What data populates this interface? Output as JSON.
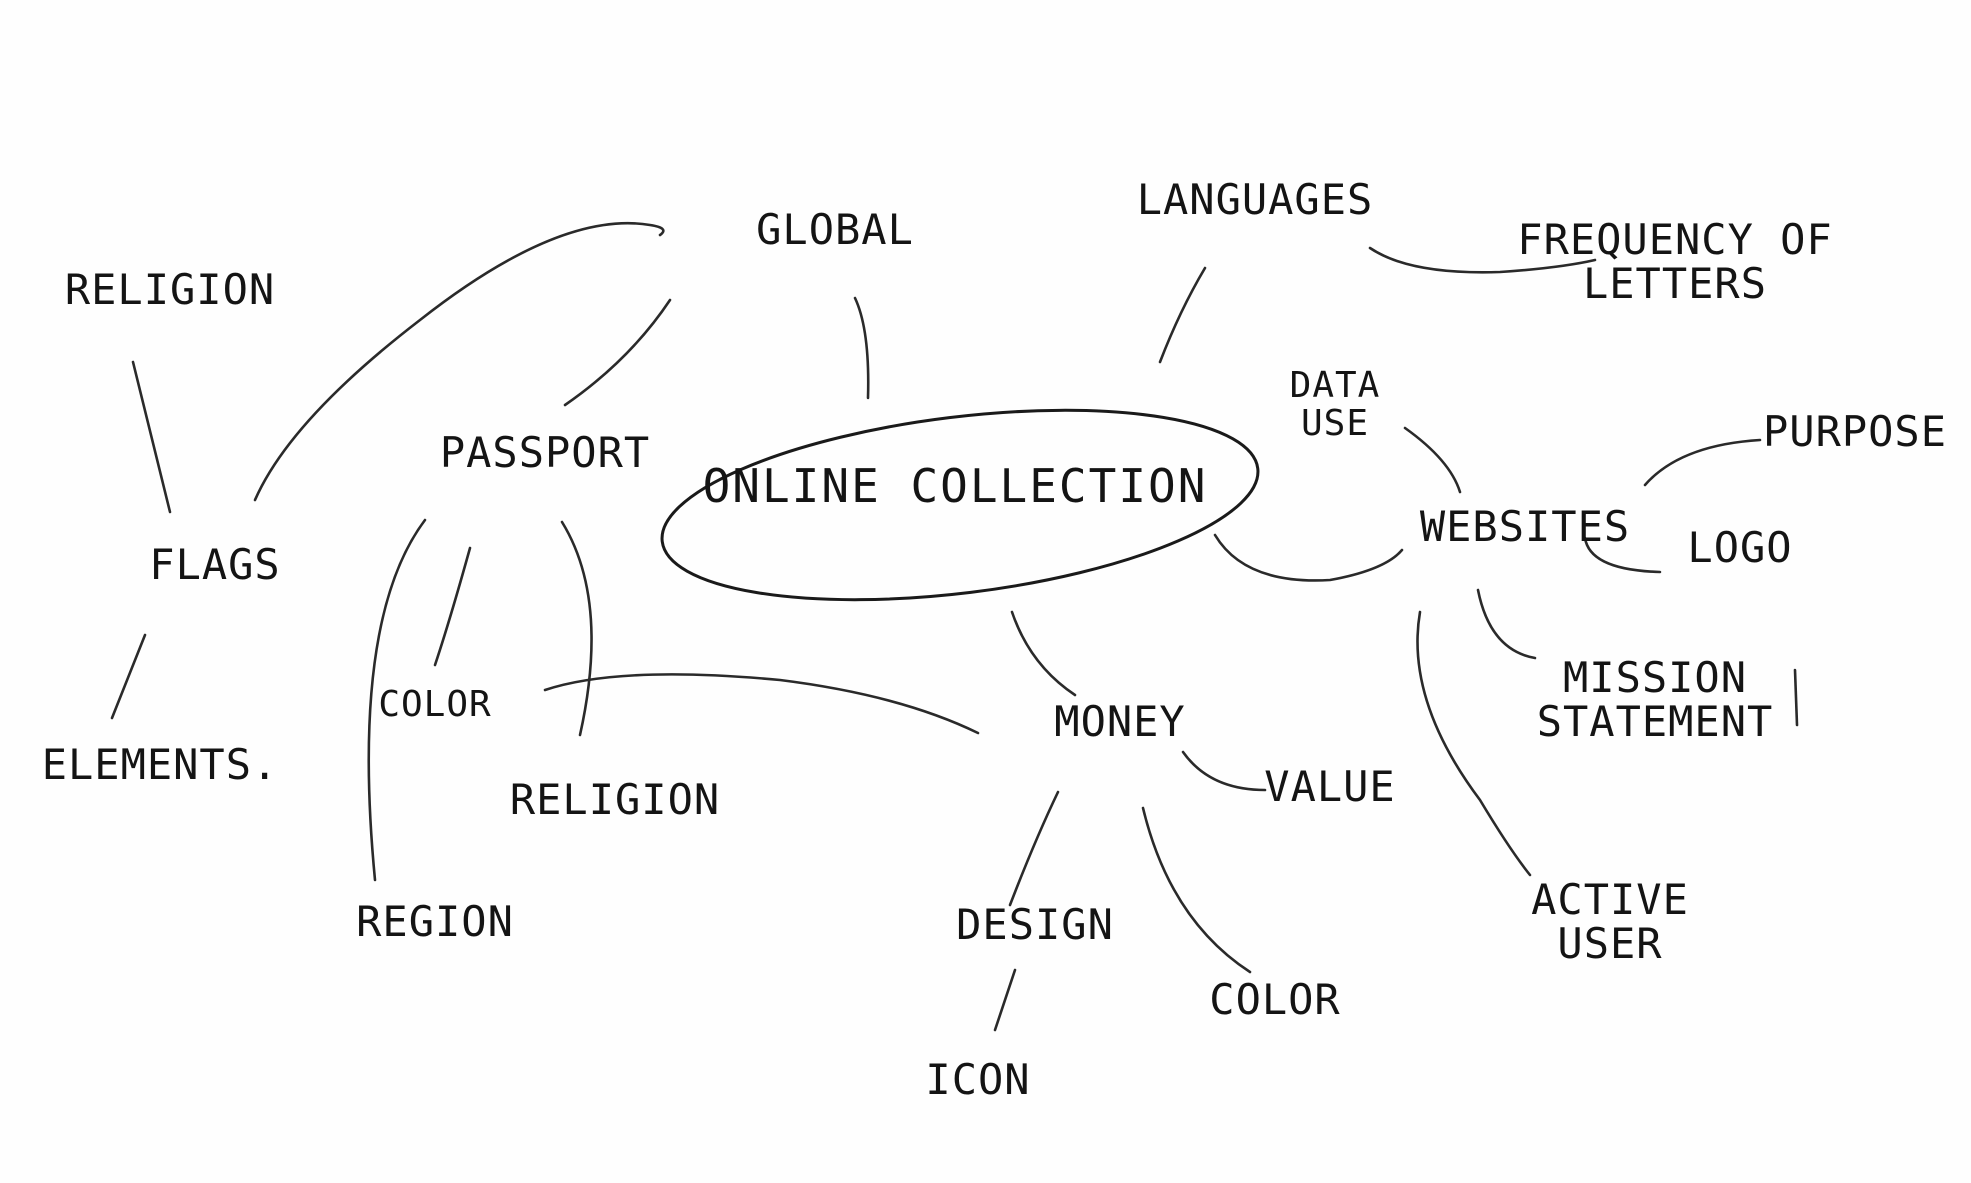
{
  "diagram": {
    "center": "ONLINE COLLECTION",
    "nodes": {
      "global": "GLOBAL",
      "languages": "LANGUAGES",
      "frequency_line1": "FREQUENCY OF",
      "frequency_line2": "LETTERS",
      "religion_top": "RELIGION",
      "flags": "FLAGS",
      "elements": "ELEMENTS.",
      "passport": "PASSPORT",
      "color_left": "COLOR",
      "religion_mid": "RELIGION",
      "region": "REGION",
      "data_line1": "DATA",
      "data_line2": "USE",
      "websites": "WEBSITES",
      "purpose": "PURPOSE",
      "logo": "LOGO",
      "mission_line1": "MISSION",
      "mission_line2": "STATEMENT",
      "active_line1": "ACTIVE",
      "active_line2": "USER",
      "money": "MONEY",
      "value": "VALUE",
      "design": "DESIGN",
      "color_bottom": "COLOR",
      "icon": "ICON"
    }
  }
}
